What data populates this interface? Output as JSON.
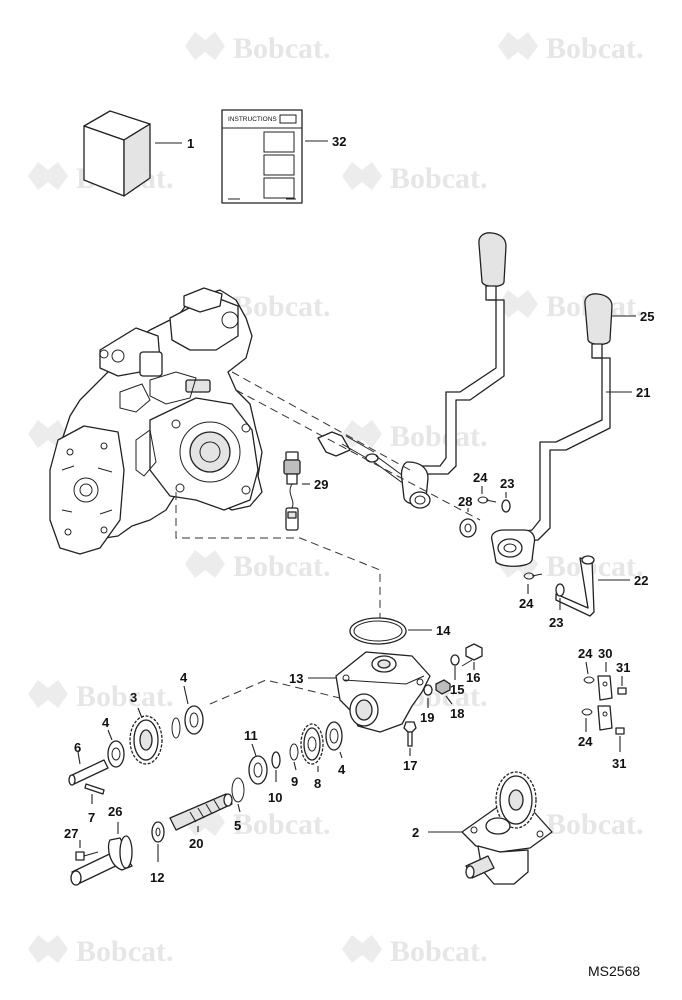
{
  "watermark": {
    "text": "Bobcat."
  },
  "drawing_number": "MS2568",
  "instructions_sheet": {
    "title": "INSTRUCTIONS"
  },
  "callouts": {
    "c1": "1",
    "c2": "2",
    "c3": "3",
    "c4a": "4",
    "c4b": "4",
    "c4c": "4",
    "c5": "5",
    "c6": "6",
    "c7": "7",
    "c8": "8",
    "c9": "9",
    "c10": "10",
    "c11": "11",
    "c12": "12",
    "c13": "13",
    "c14": "14",
    "c15": "15",
    "c16": "16",
    "c17": "17",
    "c18": "18",
    "c19": "19",
    "c20": "20",
    "c21": "21",
    "c22": "22",
    "c23a": "23",
    "c23b": "23",
    "c24a": "24",
    "c24b": "24",
    "c24c": "24",
    "c24d": "24",
    "c25": "25",
    "c26": "26",
    "c27": "27",
    "c28": "28",
    "c29": "29",
    "c30": "30",
    "c31a": "31",
    "c31b": "31",
    "c32": "32"
  }
}
